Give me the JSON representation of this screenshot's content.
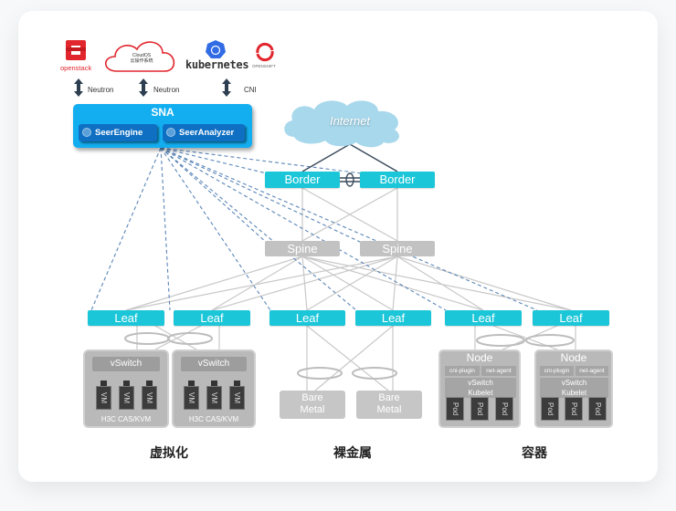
{
  "integrations": {
    "openstack": {
      "label": "openstack",
      "link": "Neutron"
    },
    "cloudos": {
      "label_line1": "CloudOS",
      "label_line2": "云操作系统",
      "link": "Neutron"
    },
    "kubernetes": {
      "label": "kubernetes",
      "link": "CNI"
    },
    "openshift": {
      "label": "OPENSHIFT"
    }
  },
  "controller": {
    "title": "SNA",
    "components": [
      "SeerEngine",
      "SeerAnalyzer"
    ]
  },
  "internet": {
    "label": "Internet"
  },
  "border": {
    "nodes": [
      "Border",
      "Border"
    ]
  },
  "spine": {
    "nodes": [
      "Spine",
      "Spine"
    ]
  },
  "leaf": {
    "nodes": [
      "Leaf",
      "Leaf",
      "Leaf",
      "Leaf",
      "Leaf",
      "Leaf"
    ]
  },
  "virtualization": {
    "hosts": [
      {
        "vswitch": "vSwitch",
        "vms": [
          "VM",
          "VM",
          "VM"
        ],
        "platform": "H3C CAS/KVM"
      },
      {
        "vswitch": "vSwitch",
        "vms": [
          "VM",
          "VM",
          "VM"
        ],
        "platform": "H3C CAS/KVM"
      }
    ]
  },
  "bare_metal": {
    "servers": [
      {
        "line1": "Bare",
        "line2": "Metal"
      },
      {
        "line1": "Bare",
        "line2": "Metal"
      }
    ]
  },
  "containers": {
    "nodes": [
      {
        "title": "Node",
        "cni": "cni-plugin",
        "agent": "net-agent",
        "vswitch": "vSwitch",
        "kubelet": "Kubelet",
        "pods": [
          "Pod",
          "Pod",
          "Pod"
        ]
      },
      {
        "title": "Node",
        "cni": "cni-plugin",
        "agent": "net-agent",
        "vswitch": "vSwitch",
        "kubelet": "Kubelet",
        "pods": [
          "Pod",
          "Pod",
          "Pod"
        ]
      }
    ]
  },
  "categories": [
    "虚拟化",
    "裸金属",
    "容器"
  ],
  "colors": {
    "network_node": "#1bc6d8",
    "spine_node": "#c2c2c2",
    "controller": "#13aef0",
    "controller_component": "#0f6fc2",
    "control_link": "#5b86b8",
    "physical_link": "#c8c8c8",
    "internet_cloud": "#a8d8ec",
    "brand_red": "#e1262d",
    "k8s_blue": "#326ce5"
  }
}
